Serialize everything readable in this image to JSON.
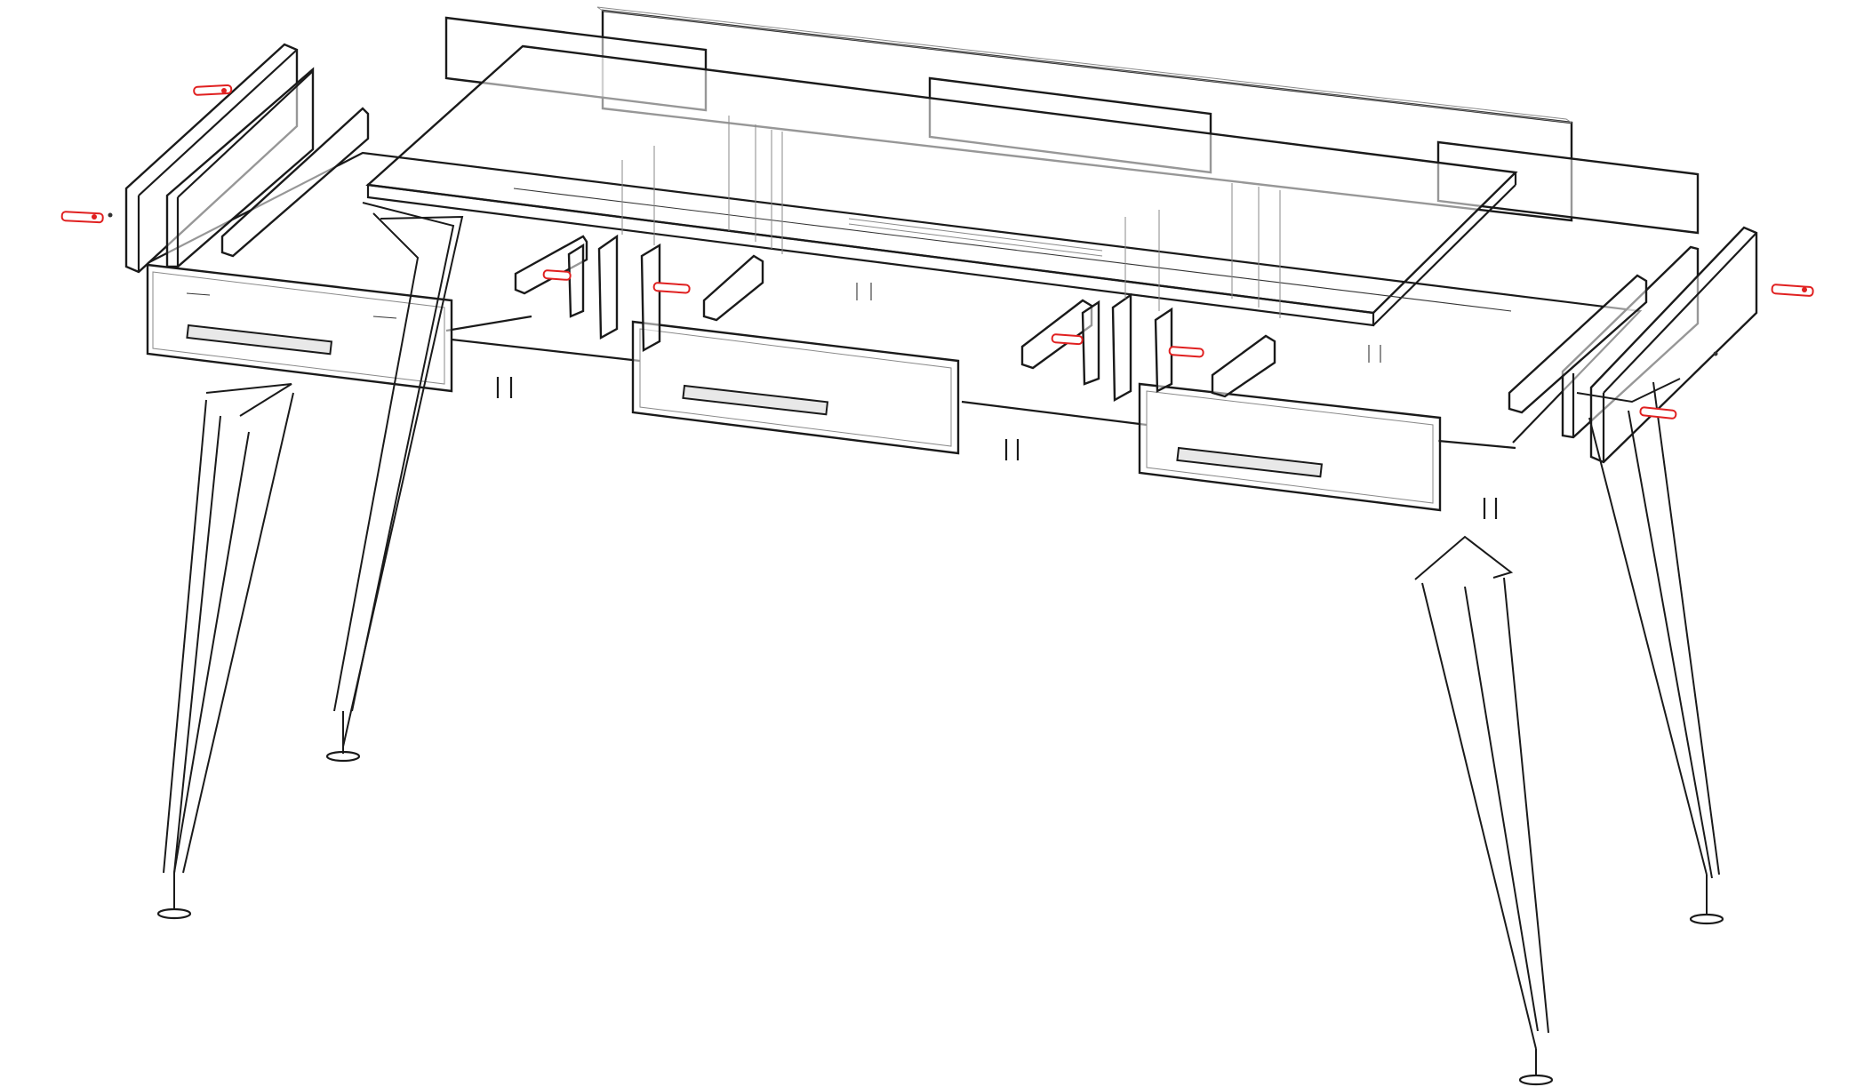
{
  "diagram": {
    "parts": {
      "tabletop": "tabletop",
      "back_panel": "back-panel",
      "drawers": [
        "drawer-left",
        "drawer-center",
        "drawer-right"
      ],
      "legs": [
        "leg-front-left",
        "leg-back-left",
        "leg-front-right",
        "leg-back-right"
      ],
      "hardware_color": "#e02020",
      "line_color": "#1a1a1a"
    }
  }
}
